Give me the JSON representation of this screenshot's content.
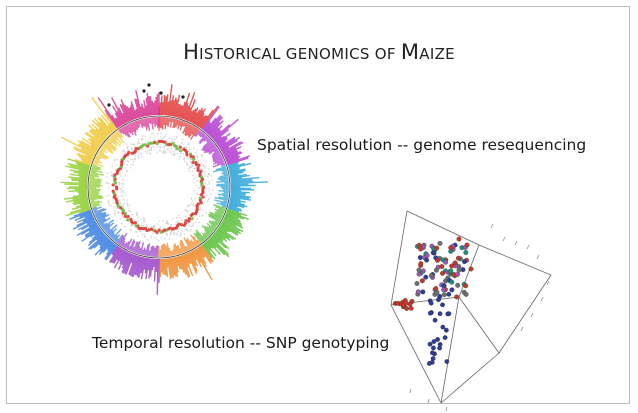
{
  "slide": {
    "title_parts": [
      {
        "text": "H",
        "small": false
      },
      {
        "text": "ISTORICAL GENOMICS OF ",
        "small": true
      },
      {
        "text": "M",
        "small": false
      },
      {
        "text": "AIZE",
        "small": true
      }
    ],
    "bullets": [
      {
        "id": "b1",
        "text": "Spatial resolution -- genome resequencing"
      },
      {
        "id": "b2",
        "text": "Temporal resolution -- SNP genotyping"
      }
    ]
  },
  "colors": {
    "circos_segments": [
      "#e23b3b",
      "#b23ad0",
      "#2aa3d8",
      "#5bbf3a",
      "#f08a2a",
      "#9a45c8",
      "#3a7fe0",
      "#8fce2f",
      "#f0c83a",
      "#d7338f"
    ],
    "pca_points": [
      "#c0392b",
      "#2c3e9a",
      "#1a8f7a",
      "#9b59b6",
      "#6e6e6e"
    ]
  }
}
